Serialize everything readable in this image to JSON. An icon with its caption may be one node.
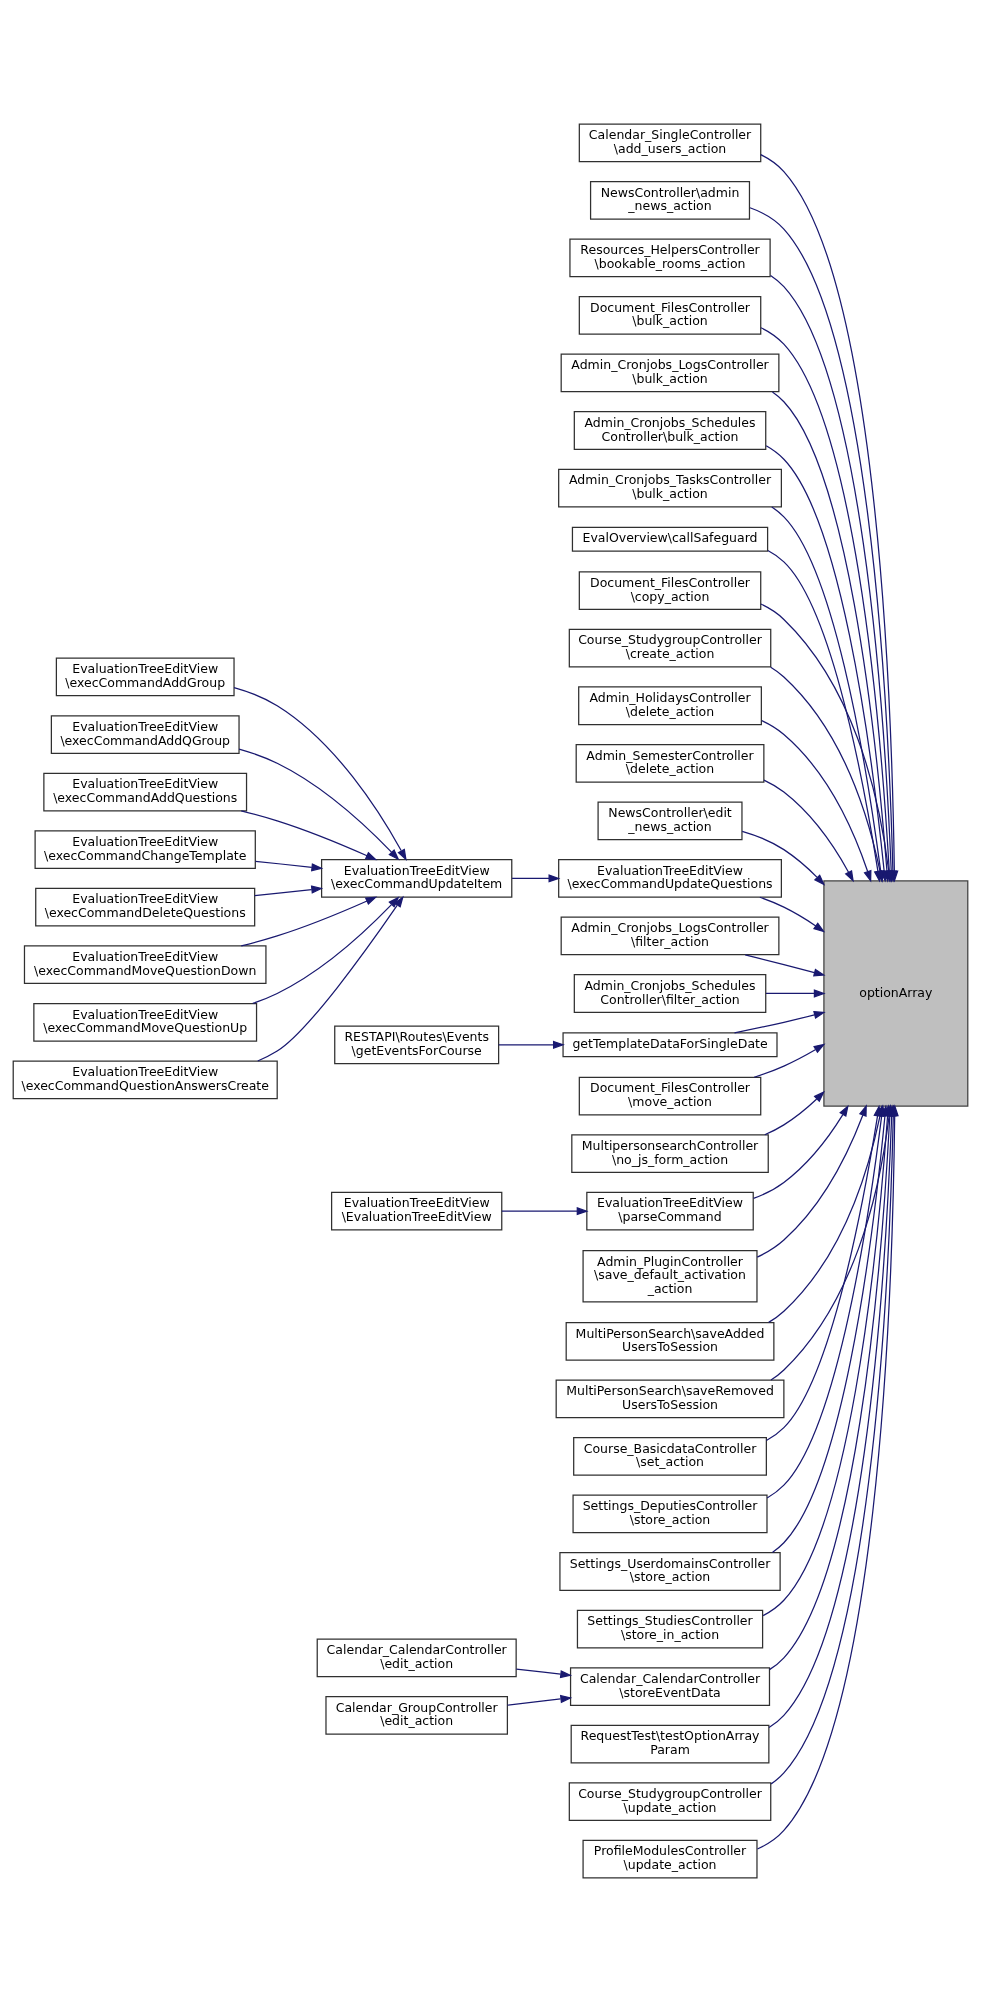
{
  "diagram": {
    "nodes": [
      {
        "text": [
          "optionArray"
        ]
      },
      {
        "text": [
          "Calendar_SingleController \\add_users_action"
        ]
      },
      {
        "text": [
          "NewsController\\admin _news_action"
        ]
      },
      {
        "text": [
          "Resources_HelpersController \\bookable_rooms_action"
        ]
      },
      {
        "text": [
          "Document_FilesController \\bulk_action"
        ]
      },
      {
        "text": [
          "Admin_Cronjobs_LogsController \\bulk_action"
        ]
      },
      {
        "text": [
          "Admin_Cronjobs_Schedules Controller\\bulk_action"
        ]
      },
      {
        "text": [
          "Admin_Cronjobs_TasksController \\bulk_action"
        ]
      },
      {
        "text": [
          "EvalOverview\\callSafeguard"
        ]
      },
      {
        "text": [
          "Document_FilesController \\copy_action"
        ]
      },
      {
        "text": [
          "Course_StudygroupController \\create_action"
        ]
      },
      {
        "text": [
          "Admin_HolidaysController \\delete_action"
        ]
      },
      {
        "text": [
          "Admin_SemesterController \\delete_action"
        ]
      },
      {
        "text": [
          "NewsController\\edit _news_action"
        ]
      },
      {
        "text": [
          "EvaluationTreeEditView \\execCommandUpdateQuestions"
        ]
      },
      {
        "text": [
          "Admin_Cronjobs_LogsController \\filter_action"
        ]
      },
      {
        "text": [
          "Admin_Cronjobs_Schedules Controller\\filter_action"
        ]
      },
      {
        "text": [
          "getTemplateDataForSingleDate"
        ]
      },
      {
        "text": [
          "Document_FilesController \\move_action"
        ]
      },
      {
        "text": [
          "MultipersonsearchController \\no_js_form_action"
        ]
      },
      {
        "text": [
          "EvaluationTreeEditView \\parseCommand"
        ]
      },
      {
        "text": [
          "Admin_PluginController \\save_default_activation _action"
        ]
      },
      {
        "text": [
          "MultiPersonSearch\\saveAdded UsersToSession"
        ]
      },
      {
        "text": [
          "MultiPersonSearch\\saveRemoved UsersToSession"
        ]
      },
      {
        "text": [
          "Course_BasicdataController \\set_action"
        ]
      },
      {
        "text": [
          "Settings_DeputiesController \\store_action"
        ]
      },
      {
        "text": [
          "Settings_UserdomainsController \\store_action"
        ]
      },
      {
        "text": [
          "Settings_StudiesController \\store_in_action"
        ]
      },
      {
        "text": [
          "Calendar_CalendarController \\storeEventData"
        ]
      },
      {
        "text": [
          "RequestTest\\testOptionArray Param"
        ]
      },
      {
        "text": [
          "Course_StudygroupController \\update_action"
        ]
      },
      {
        "text": [
          "ProfileModulesController \\update_action"
        ]
      },
      {
        "text": [
          "EvaluationTreeEditView \\execCommandUpdateItem"
        ]
      },
      {
        "text": [
          "EvaluationTreeEditView \\execCommandAddGroup"
        ]
      },
      {
        "text": [
          "EvaluationTreeEditView \\execCommandAddQGroup"
        ]
      },
      {
        "text": [
          "EvaluationTreeEditView \\execCommandAddQuestions"
        ]
      },
      {
        "text": [
          "EvaluationTreeEditView \\execCommandChangeTemplate"
        ]
      },
      {
        "text": [
          "EvaluationTreeEditView \\execCommandDeleteQuestions"
        ]
      },
      {
        "text": [
          "EvaluationTreeEditView \\execCommandMoveQuestionDown"
        ]
      },
      {
        "text": [
          "EvaluationTreeEditView \\execCommandMoveQuestionUp"
        ]
      },
      {
        "text": [
          "EvaluationTreeEditView \\execCommandQuestionAnswersCreate"
        ]
      },
      {
        "text": [
          "RESTAPI\\Routes\\Events \\getEventsForCourse"
        ]
      },
      {
        "text": [
          "EvaluationTreeEditView \\EvaluationTreeEditView"
        ]
      },
      {
        "text": [
          "Calendar_CalendarController \\edit_action"
        ]
      },
      {
        "text": [
          "Calendar_GroupController \\edit_action"
        ]
      }
    ],
    "edges": [
      {
        "from": 1,
        "to": 0,
        "arrow": "to"
      },
      {
        "from": 2,
        "to": 0,
        "arrow": "to"
      },
      {
        "from": 3,
        "to": 0,
        "arrow": "to"
      },
      {
        "from": 4,
        "to": 0,
        "arrow": "to"
      },
      {
        "from": 5,
        "to": 0,
        "arrow": "to"
      },
      {
        "from": 6,
        "to": 0,
        "arrow": "to"
      },
      {
        "from": 7,
        "to": 0,
        "arrow": "to"
      },
      {
        "from": 8,
        "to": 0,
        "arrow": "to"
      },
      {
        "from": 9,
        "to": 0,
        "arrow": "to"
      },
      {
        "from": 10,
        "to": 0,
        "arrow": "to"
      },
      {
        "from": 11,
        "to": 0,
        "arrow": "to"
      },
      {
        "from": 12,
        "to": 0,
        "arrow": "to"
      },
      {
        "from": 13,
        "to": 0,
        "arrow": "to"
      },
      {
        "from": 14,
        "to": 0,
        "arrow": "to"
      },
      {
        "from": 15,
        "to": 0,
        "arrow": "to"
      },
      {
        "from": 16,
        "to": 0,
        "arrow": "to"
      },
      {
        "from": 17,
        "to": 0,
        "arrow": "to"
      },
      {
        "from": 18,
        "to": 0,
        "arrow": "to"
      },
      {
        "from": 19,
        "to": 0,
        "arrow": "to"
      },
      {
        "from": 20,
        "to": 0,
        "arrow": "to"
      },
      {
        "from": 21,
        "to": 0,
        "arrow": "to"
      },
      {
        "from": 22,
        "to": 0,
        "arrow": "to"
      },
      {
        "from": 23,
        "to": 0,
        "arrow": "to"
      },
      {
        "from": 24,
        "to": 0,
        "arrow": "to"
      },
      {
        "from": 25,
        "to": 0,
        "arrow": "to"
      },
      {
        "from": 26,
        "to": 0,
        "arrow": "to"
      },
      {
        "from": 27,
        "to": 0,
        "arrow": "to"
      },
      {
        "from": 28,
        "to": 0,
        "arrow": "to"
      },
      {
        "from": 29,
        "to": 0,
        "arrow": "to"
      },
      {
        "from": 30,
        "to": 0,
        "arrow": "to"
      },
      {
        "from": 31,
        "to": 0,
        "arrow": "to"
      },
      {
        "from": 32,
        "to": 14,
        "arrow": "to"
      },
      {
        "from": 33,
        "to": 32,
        "arrow": "to"
      },
      {
        "from": 34,
        "to": 32,
        "arrow": "to"
      },
      {
        "from": 35,
        "to": 32,
        "arrow": "to"
      },
      {
        "from": 36,
        "to": 32,
        "arrow": "to"
      },
      {
        "from": 37,
        "to": 32,
        "arrow": "to"
      },
      {
        "from": 38,
        "to": 32,
        "arrow": "to"
      },
      {
        "from": 39,
        "to": 32,
        "arrow": "to"
      },
      {
        "from": 40,
        "to": 32,
        "arrow": "to"
      },
      {
        "from": 41,
        "to": 17,
        "arrow": "to"
      },
      {
        "from": 42,
        "to": 20,
        "arrow": "to"
      },
      {
        "from": 43,
        "to": 28,
        "arrow": "to"
      },
      {
        "from": 44,
        "to": 28,
        "arrow": "to"
      }
    ]
  }
}
